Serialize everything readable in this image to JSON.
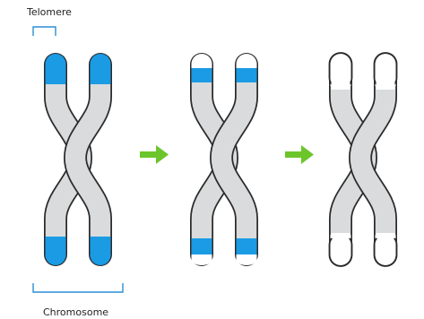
{
  "labels": {
    "telomere": "Telomere",
    "chromosome": "Chromosome"
  },
  "colors": {
    "telomere_blue": "#1a9be4",
    "chromatid_gray": "#d9dbdd",
    "outline": "#2b2b2b",
    "bracket_blue": "#2a8fd6",
    "arrow_green": "#6cc52a",
    "background": "#ffffff"
  },
  "stages": [
    {
      "name": "full telomeres",
      "telomere_fraction": 1.0
    },
    {
      "name": "shortened telomeres",
      "telomere_fraction": 0.4
    },
    {
      "name": "no telomeres",
      "telomere_fraction": 0.0
    }
  ],
  "arrows": [
    {
      "from": "stage-1",
      "to": "stage-2"
    },
    {
      "from": "stage-2",
      "to": "stage-3"
    }
  ]
}
